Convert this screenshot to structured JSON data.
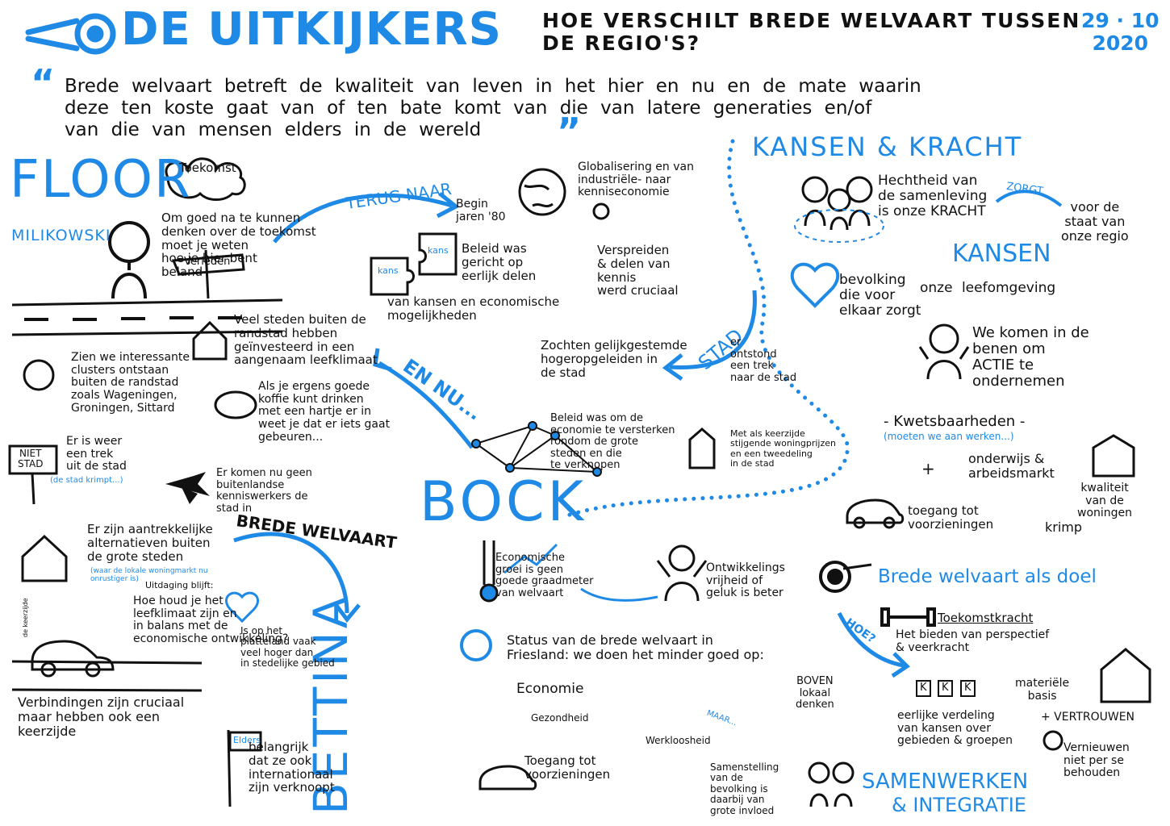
{
  "colors": {
    "accent": "#1f8ae6",
    "ink": "#111111",
    "background": "#ffffff"
  },
  "header": {
    "brand": "DE UITKIJKERS",
    "brand_icon": "telescope-eye-icon",
    "question": "HOE VERSCHILT BREDE WELVAART TUSSEN\nDE REGIO'S?",
    "date": "29 · 10\n2020"
  },
  "quote": {
    "open_mark": "“",
    "text": "Brede welvaart betreft de kwaliteit van leven in het hier en nu en de mate waarin\ndeze ten koste gaat van of ten bate komt van die van latere generaties en/of\nvan die van mensen elders in de wereld",
    "close_mark": "”"
  },
  "speaker1": {
    "first": "FLOOR",
    "last": "MILIKOWSKI"
  },
  "speaker2": {
    "first": "BOCK",
    "last": "BETTINA"
  },
  "left": {
    "toekomst": "Toekomst",
    "om_goed": "Om goed na te kunnen\ndenken over de toekomst\nmoet je weten\nhoe je hier bent\nbeland",
    "verleden": "Verleden",
    "terug_naar": "TERUG NAAR",
    "begin": "Begin\njaren '80",
    "globalisering": "Globalisering en van\nindustriële- naar\nkenniseconomie",
    "beleid1": "Beleid was\ngericht op\neerlijk delen",
    "kans_a": "kans",
    "kans_b": "kans",
    "kansen_econ": "van kansen en economische\nmogelijkheden",
    "verspreiden": "Verspreiden\n& delen van\nkennis\nwerd cruciaal",
    "stad": "STAD",
    "stad_note": "er\nontstond\neen trek\nnaar de stad",
    "zochten": "Zochten gelijkgestemde\nhogeropgeleiden in\nde stad",
    "en_nu": "EN NU...",
    "veel_steden": "Veel steden buiten de\nrandstad hebben\ngeïnvesteerd in een\naangenaam leefklimaat",
    "clusters": "Zien we interessante\nclusters ontstaan\nbuiten de randstad\nzoals Wageningen,\nGroningen, Sittard",
    "koffie": "Als je ergens goede\nkoffie kunt drinken\nmet een hartje er in\nweet je dat er iets gaat\ngebeuren...",
    "niet_stad": "NIET\nSTAD",
    "trek": "Er is weer\neen trek\nuit de stad",
    "trek_sub": "(de stad krimpt...)",
    "buitenlandse": "Er komen nu geen\nbuitenlandse\nkenniswerkers de\nstad in",
    "beleid2": "Beleid was om de\neconomie te versterken\nrondom de grote\nsteden en die\nte verknopen",
    "keerzijde": "Met als keerzijde\nstijgende woningprijzen\nen een tweedeling\nin de stad",
    "alternatieven": "Er zijn aantrekkelijke\nalternatieven buiten\nde grote steden",
    "alternatieven_sub": "(waar de lokale woningmarkt nu\nonrustiger is)",
    "brede_welvaart_banner": "BREDE WELVAART",
    "uitdaging": "Uitdaging blijft:",
    "hoe_houd": "Hoe houd je het\nleefklimaat zijn en\nin balans met de\neconomische ontwikkeling?",
    "platteland": "Is op het\nplatteland vaak\nveel hoger dan\nin stedelijke gebied",
    "de_keerzijde": "de keerzijde",
    "verbindingen": "Verbindingen zijn cruciaal\nmaar hebben ook een\nkeerzijde",
    "elders": "Elders",
    "belangrijk": "belangrijk\ndat ze ook\ninternationaal\nzijn verknoopt"
  },
  "right": {
    "kansen_kracht": "KANSEN & KRACHT",
    "hechtheid": "Hechtheid van\nde samenleving\nis onze KRACHT",
    "zorgt": "ZORGT",
    "voor_staat": "voor de\nstaat van\nonze regio",
    "kansen": "KANSEN",
    "leefomgeving": "onze leefomgeving",
    "bevolking": "bevolking\ndie voor\nelkaar zorgt",
    "actie": "We komen in de\nbenen om\nACTIE te\nondernemen",
    "kwetsbaarheden": "- Kwetsbaarheden -",
    "kwets_sub": "(moeten we aan werken...)",
    "plus": "+",
    "onderwijs": "onderwijs &\narbeidsmarkt",
    "kwaliteit": "kwaliteit\nvan de\nwoningen",
    "toegang1": "toegang tot\nvoorzieningen",
    "krimp": "krimp",
    "econ_groei": "Economische\ngroei is geen\ngoede graadmeter\nvan welvaart",
    "ontwikkeling": "Ontwikkelings\nvrijheid of\ngeluk is beter",
    "doel": "Brede welvaart als doel",
    "hoe": "HOE?",
    "toekomstkracht": "Toekomstkracht",
    "perspectief": "Het bieden van perspectief\n& veerkracht",
    "status": "Status van de brede welvaart in\nFriesland: we doen het minder goed op:",
    "economie": "Economie",
    "gezondheid": "Gezondheid",
    "werkloosheid": "Werkloosheid",
    "maar": "MAAR...",
    "toegang2": "Toegang tot\nvoorzieningen",
    "samenstelling": "Samenstelling\nvan de\nbevolking is\ndaarbij van\ngrote invloed",
    "boven": "BOVEN\nlokaal\ndenken",
    "eerlijke": "eerlijke verdeling\nvan kansen over\ngebieden & groepen",
    "k_label": "K",
    "materiele": "materiële\nbasis",
    "vertrouwen": "+ VERTROUWEN",
    "vernieuwen": "Vernieuwen\nniet per se\nbehouden",
    "samenwerken": "SAMENWERKEN",
    "integratie": "& INTEGRATIE"
  }
}
